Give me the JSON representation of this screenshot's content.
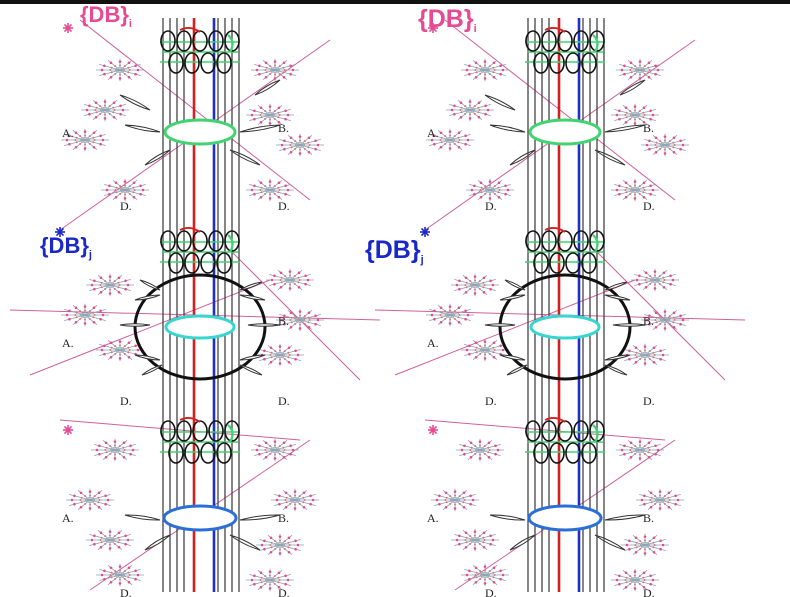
{
  "colors": {
    "red_strand": "#d42020",
    "blue_strand": "#1f2fc4",
    "ring_green": "#3fd470",
    "ring_cyan": "#38d6d0",
    "ring_blue": "#2a6ed8",
    "pink": "#e64a93",
    "navy": "#1b28c8"
  },
  "labels": {
    "db_i": "{DB}",
    "db_i_sub": "i",
    "db_j": "{DB}",
    "db_j_sub": "j",
    "a": "A.",
    "b": "B.",
    "d": "D."
  },
  "icons": [
    "star-marker-icon",
    "snowflake-cluster-icon"
  ]
}
